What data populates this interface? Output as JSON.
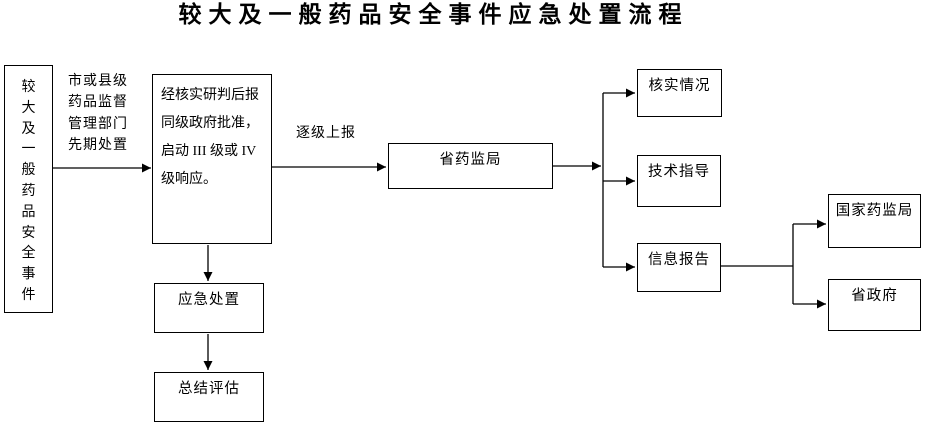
{
  "title": "较大及一般药品安全事件应急处置流程",
  "colors": {
    "ink": "#000000",
    "background": "#ffffff"
  },
  "flowchart": {
    "nodes": {
      "incident": {
        "label": "较大及一般药品安全事件"
      },
      "initial_response": {
        "lines": [
          "经核实研判后报",
          "同级政府批准，",
          "启动 III 级或 IV",
          "级响应。"
        ]
      },
      "provincial_bureau": {
        "label": "省药监局"
      },
      "verify_situation": {
        "label": "核实情况"
      },
      "technical_guidance": {
        "label": "技术指导"
      },
      "information_report": {
        "label": "信息报告"
      },
      "national_bureau": {
        "label": "国家药监局"
      },
      "provincial_government": {
        "label": "省政府"
      },
      "emergency_disposal": {
        "label": "应急处置"
      },
      "summary_evaluation": {
        "label": "总结评估"
      }
    },
    "edge_labels": {
      "initial_handling_lines": [
        "市或县级",
        "药品监督",
        "管理部门",
        "先期处置"
      ],
      "report_up": "逐级上报"
    }
  }
}
